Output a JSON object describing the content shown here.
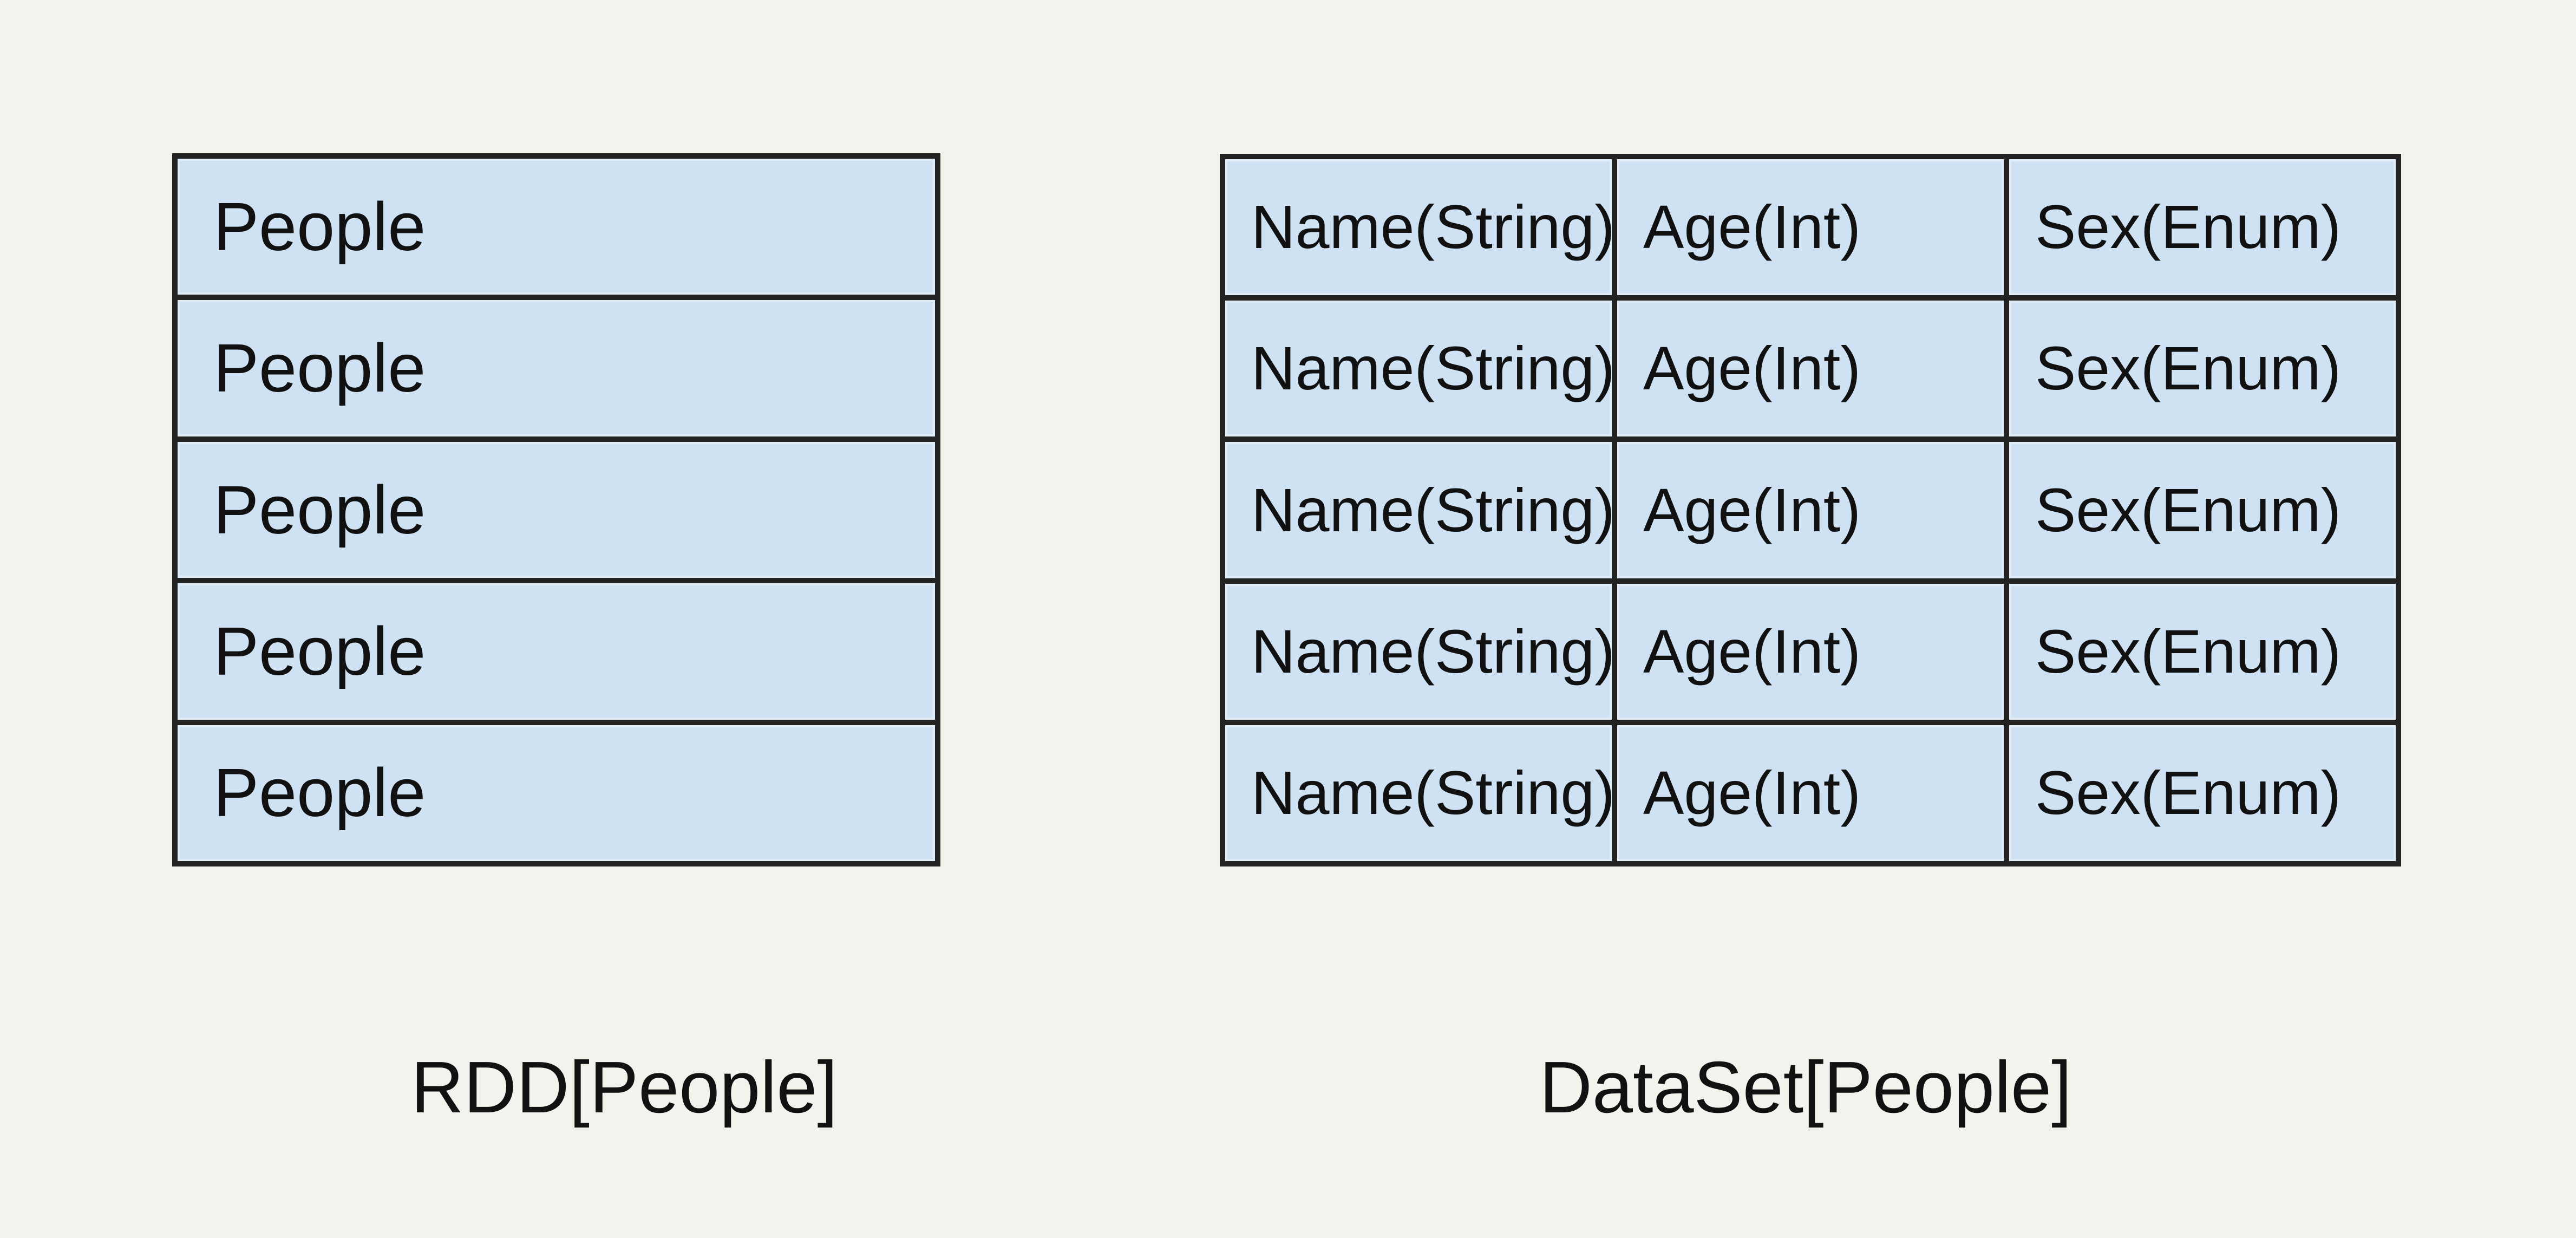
{
  "colors": {
    "background": "#f4f2ed",
    "cell_fill": "#cfe2f3",
    "border": "#222222",
    "text": "#111111"
  },
  "rdd": {
    "label": "RDD[People]",
    "rows": [
      "People",
      "People",
      "People",
      "People",
      "People"
    ]
  },
  "dataset": {
    "label": "DataSet[People]",
    "rows": [
      [
        "Name(String)",
        "Age(Int)",
        "Sex(Enum)"
      ],
      [
        "Name(String)",
        "Age(Int)",
        "Sex(Enum)"
      ],
      [
        "Name(String)",
        "Age(Int)",
        "Sex(Enum)"
      ],
      [
        "Name(String)",
        "Age(Int)",
        "Sex(Enum)"
      ],
      [
        "Name(String)",
        "Age(Int)",
        "Sex(Enum)"
      ]
    ]
  }
}
